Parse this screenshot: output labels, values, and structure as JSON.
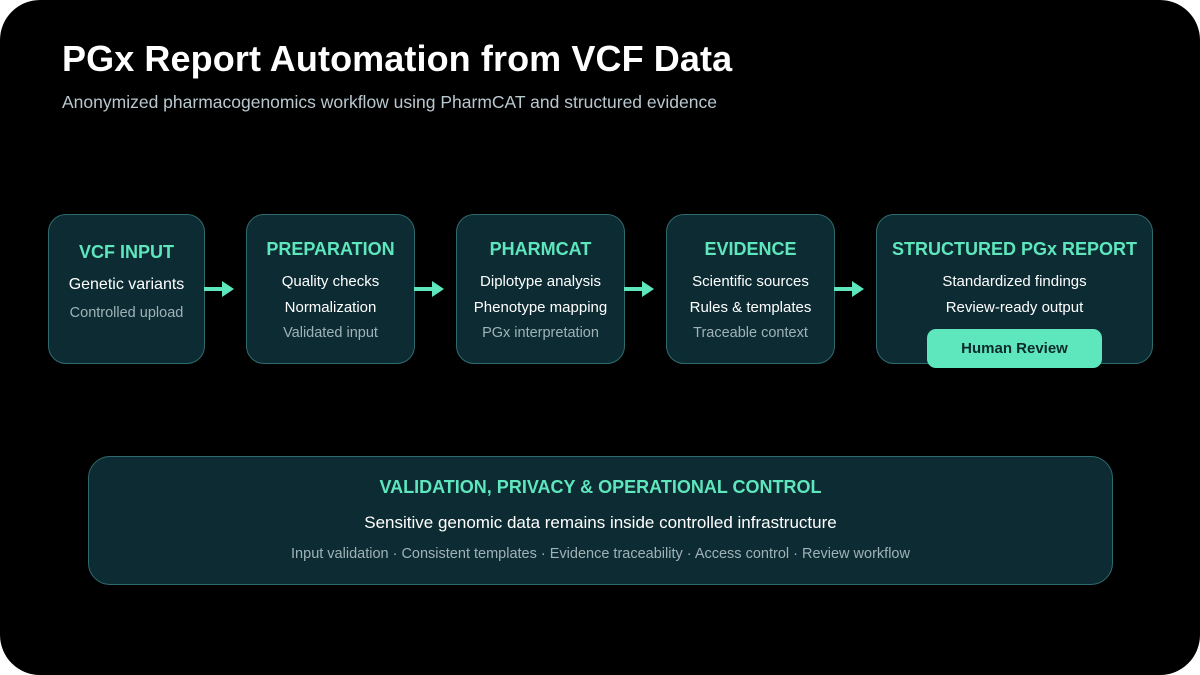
{
  "title": "PGx Report Automation from VCF Data",
  "subtitle": "Anonymized pharmacogenomics workflow using PharmCAT and structured evidence",
  "stages": [
    {
      "title": "VCF INPUT",
      "items": [
        "Genetic variants"
      ],
      "muted": "Controlled upload"
    },
    {
      "title": "PREPARATION",
      "items": [
        "Quality checks",
        "Normalization"
      ],
      "muted": "Validated input"
    },
    {
      "title": "PHARMCAT",
      "items": [
        "Diplotype analysis",
        "Phenotype mapping"
      ],
      "muted": "PGx interpretation"
    },
    {
      "title": "EVIDENCE",
      "items": [
        "Scientific sources",
        "Rules & templates"
      ],
      "muted": "Traceable context"
    },
    {
      "title": "STRUCTURED PGx REPORT",
      "items": [
        "Standardized findings",
        "Review-ready output"
      ],
      "button": "Human Review"
    }
  ],
  "control": {
    "title": "VALIDATION, PRIVACY & OPERATIONAL CONTROL",
    "main": "Sensitive genomic data remains inside controlled infrastructure",
    "sub": "Input validation · Consistent templates · Evidence traceability · Access control · Review workflow"
  },
  "colors": {
    "background": "#000000",
    "box_fill": "#0d2b33",
    "box_border": "#2f6b6e",
    "accent": "#5ee6bd",
    "muted_text": "#9fb3b7"
  },
  "icons": {
    "connector": "right-arrow-icon"
  }
}
